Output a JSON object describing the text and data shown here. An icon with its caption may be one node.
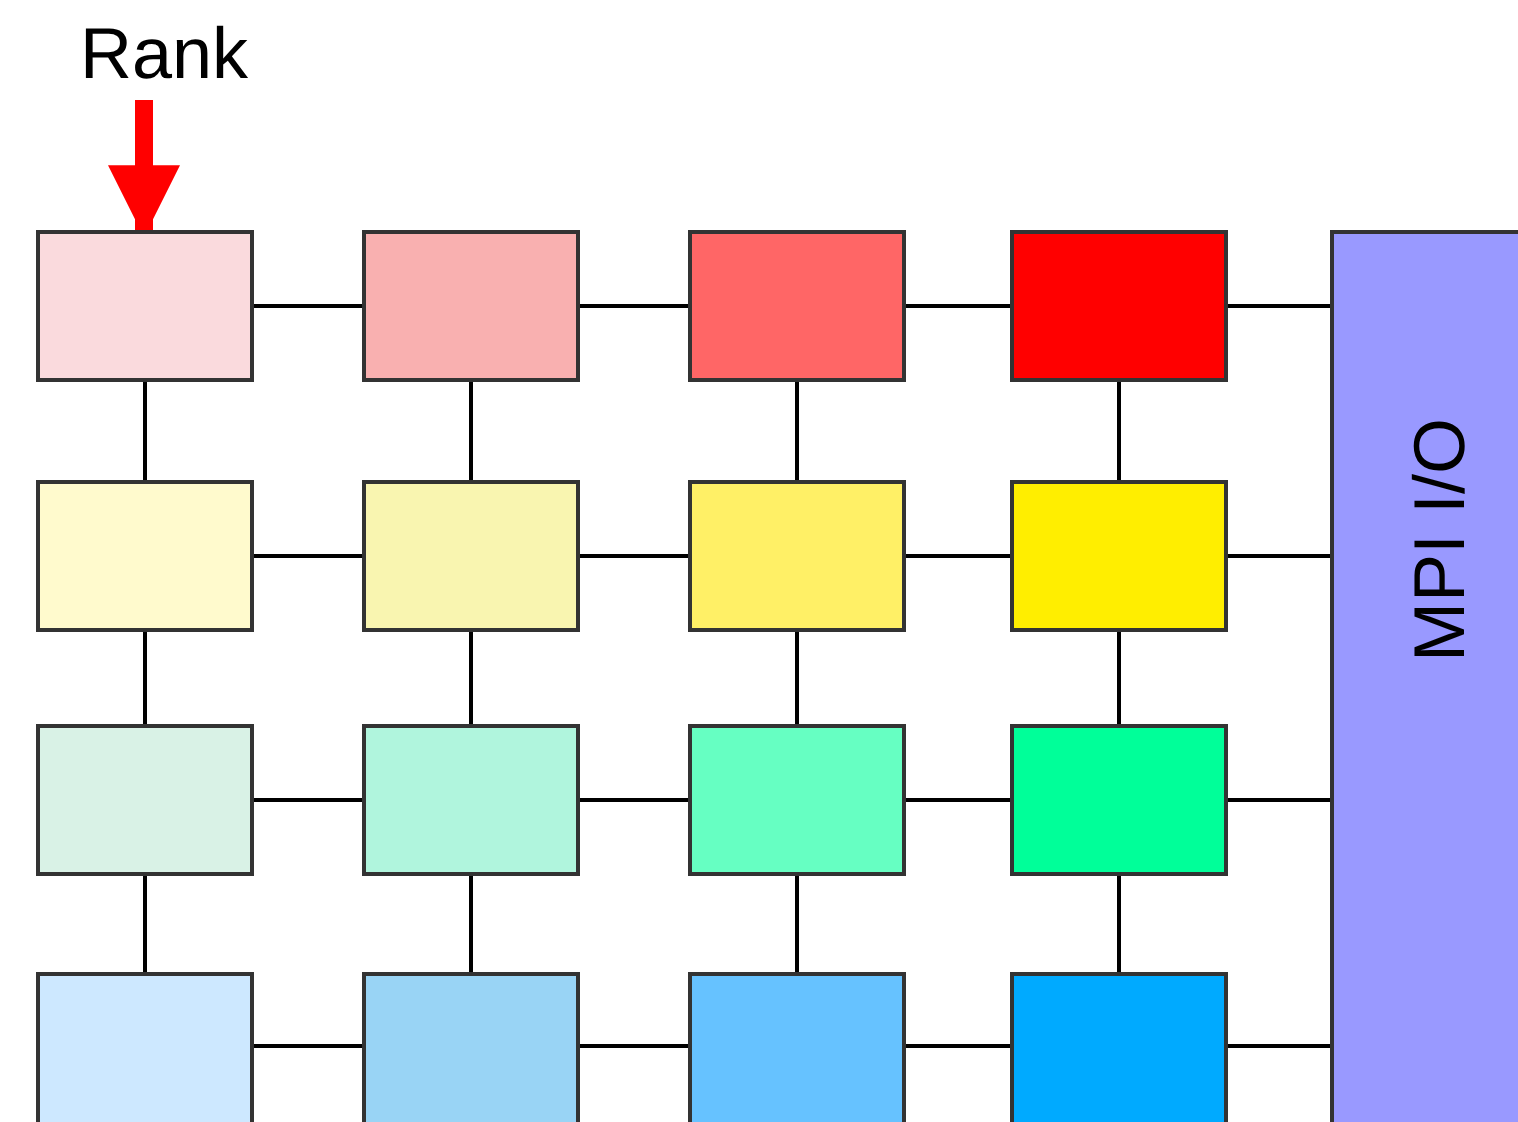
{
  "diagram": {
    "nodes": [
      {
        "text": [
          "Rank"
        ]
      },
      {
        "text": [],
        "shape": "box"
      },
      {
        "text": [],
        "shape": "box"
      },
      {
        "text": [],
        "shape": "box"
      },
      {
        "text": [],
        "shape": "box"
      },
      {
        "text": [],
        "shape": "box"
      },
      {
        "text": [],
        "shape": "box"
      },
      {
        "text": [],
        "shape": "box"
      },
      {
        "text": [],
        "shape": "box"
      },
      {
        "text": [],
        "shape": "box"
      },
      {
        "text": [],
        "shape": "box"
      },
      {
        "text": [],
        "shape": "box"
      },
      {
        "text": [],
        "shape": "box"
      },
      {
        "text": [],
        "shape": "box"
      },
      {
        "text": [],
        "shape": "box"
      },
      {
        "text": [],
        "shape": "box"
      },
      {
        "text": [],
        "shape": "box"
      },
      {
        "text": [
          "MPI I/O"
        ]
      }
    ],
    "edges": [
      {
        "from": 0,
        "to": 1,
        "arrow": "to",
        "style": "thick",
        "color": "#ff0000"
      },
      {
        "from": 1,
        "to": 2,
        "arrow": "none"
      },
      {
        "from": 2,
        "to": 3,
        "arrow": "none"
      },
      {
        "from": 3,
        "to": 4,
        "arrow": "none"
      },
      {
        "from": 4,
        "to": 17,
        "arrow": "none"
      },
      {
        "from": 5,
        "to": 6,
        "arrow": "none"
      },
      {
        "from": 6,
        "to": 7,
        "arrow": "none"
      },
      {
        "from": 7,
        "to": 8,
        "arrow": "none"
      },
      {
        "from": 8,
        "to": 17,
        "arrow": "none"
      },
      {
        "from": 9,
        "to": 10,
        "arrow": "none"
      },
      {
        "from": 10,
        "to": 11,
        "arrow": "none"
      },
      {
        "from": 11,
        "to": 12,
        "arrow": "none"
      },
      {
        "from": 12,
        "to": 17,
        "arrow": "none"
      },
      {
        "from": 13,
        "to": 14,
        "arrow": "none"
      },
      {
        "from": 14,
        "to": 15,
        "arrow": "none"
      },
      {
        "from": 15,
        "to": 16,
        "arrow": "none"
      },
      {
        "from": 16,
        "to": 17,
        "arrow": "none"
      },
      {
        "from": 1,
        "to": 5,
        "arrow": "none"
      },
      {
        "from": 5,
        "to": 9,
        "arrow": "none"
      },
      {
        "from": 9,
        "to": 13,
        "arrow": "none"
      },
      {
        "from": 2,
        "to": 6,
        "arrow": "none"
      },
      {
        "from": 6,
        "to": 10,
        "arrow": "none"
      },
      {
        "from": 10,
        "to": 14,
        "arrow": "none"
      },
      {
        "from": 3,
        "to": 7,
        "arrow": "none"
      },
      {
        "from": 7,
        "to": 11,
        "arrow": "none"
      },
      {
        "from": 11,
        "to": 15,
        "arrow": "none"
      },
      {
        "from": 4,
        "to": 8,
        "arrow": "none"
      },
      {
        "from": 8,
        "to": 12,
        "arrow": "none"
      },
      {
        "from": 12,
        "to": 16,
        "arrow": "none"
      }
    ]
  }
}
